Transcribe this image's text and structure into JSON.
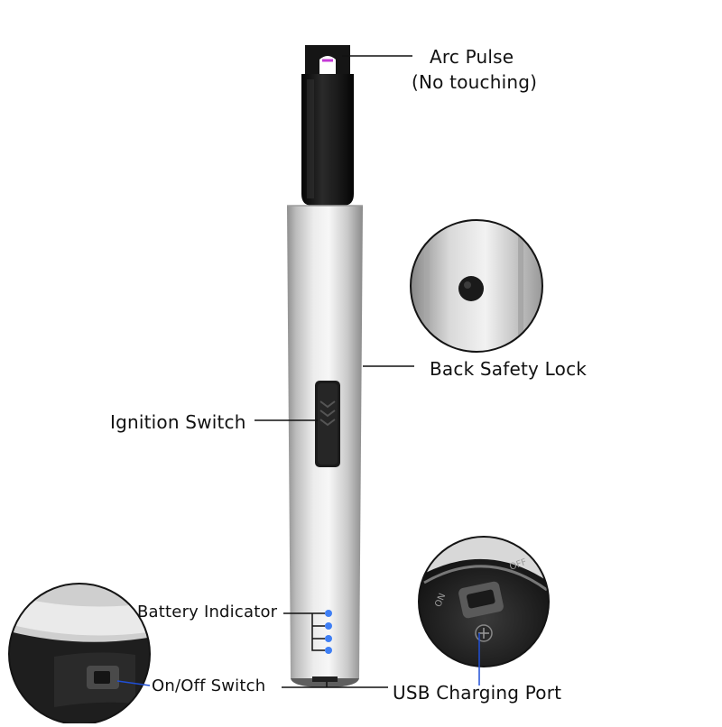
{
  "callouts": {
    "arc_pulse": "Arc Pulse",
    "no_touching": "(No touching)",
    "back_safety_lock": "Back Safety Lock",
    "ignition_switch": "Ignition Switch",
    "battery_indicator": "Battery Indicator",
    "on_off_switch": "On/Off Switch",
    "usb_charging_port": "USB Charging Port"
  },
  "switch_marks": {
    "on": "ON",
    "off": "OFF"
  },
  "battery_led_count": 4,
  "colors": {
    "arc": "#c43ad6",
    "led": "#3f7ff5",
    "callout_line": "#1f4fd6",
    "tip_black": "#141414",
    "body_silver": "#cfcfcf"
  }
}
